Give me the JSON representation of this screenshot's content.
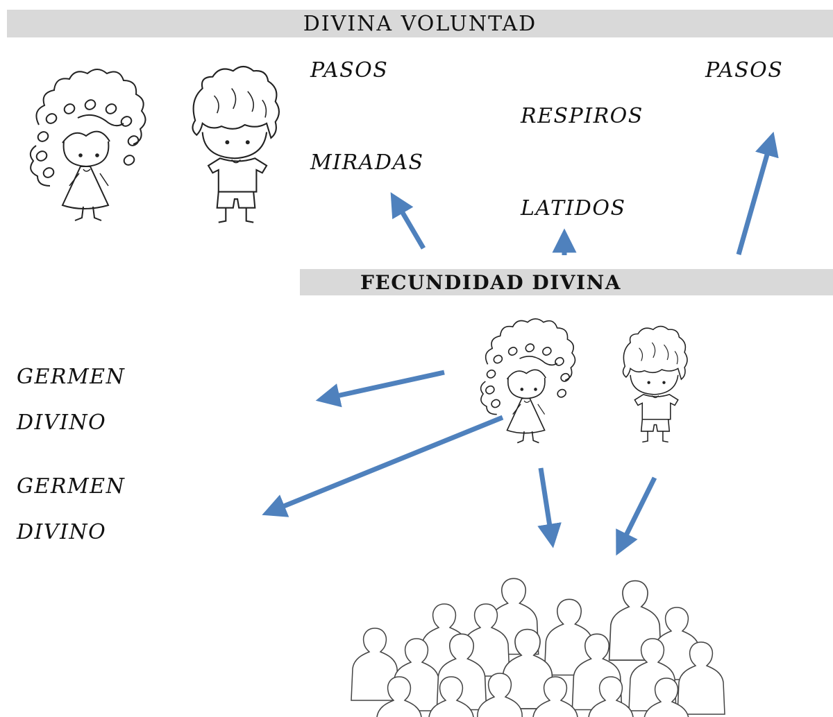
{
  "headers": {
    "top": "DIVINA VOLUNTAD",
    "middle": "FECUNDIDAD DIVINA"
  },
  "upper_words": {
    "pasos_left": "PASOS",
    "pasos_right": "PASOS",
    "respiros": "RESPIROS",
    "miradas": "MIRADAS",
    "latidos": "LATIDOS"
  },
  "lower_words": {
    "germen_1": "GERMEN",
    "divino_1": "DIVINO",
    "germen_2": "GERMEN",
    "divino_2": "DIVINO"
  },
  "colors": {
    "arrow": "#4f81bd",
    "band": "#d9d9d9",
    "line_art": "#222222"
  }
}
